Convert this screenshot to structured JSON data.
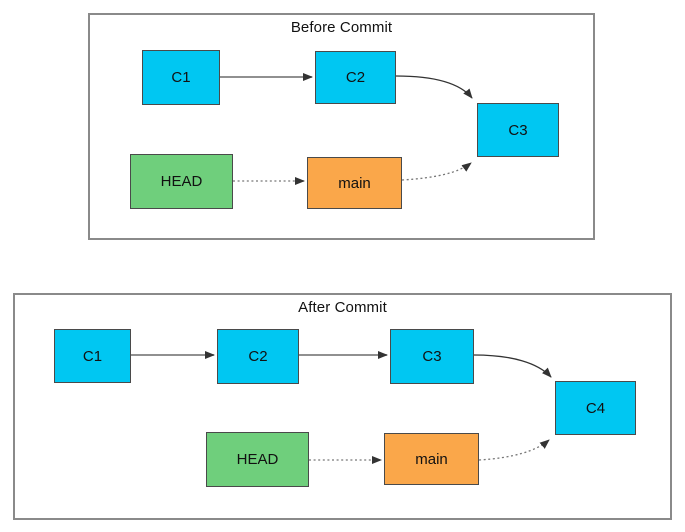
{
  "panels": [
    {
      "title": "Before Commit",
      "nodes": [
        {
          "label": "C1",
          "type": "commit"
        },
        {
          "label": "C2",
          "type": "commit"
        },
        {
          "label": "C3",
          "type": "commit"
        },
        {
          "label": "HEAD",
          "type": "head"
        },
        {
          "label": "main",
          "type": "branch"
        }
      ],
      "edges": [
        {
          "from": "C1",
          "to": "C2",
          "style": "solid"
        },
        {
          "from": "C2",
          "to": "C3",
          "style": "solid-curve"
        },
        {
          "from": "HEAD",
          "to": "main",
          "style": "dotted"
        },
        {
          "from": "main",
          "to": "C3",
          "style": "dotted-curve"
        }
      ]
    },
    {
      "title": "After Commit",
      "nodes": [
        {
          "label": "C1",
          "type": "commit"
        },
        {
          "label": "C2",
          "type": "commit"
        },
        {
          "label": "C3",
          "type": "commit"
        },
        {
          "label": "C4",
          "type": "commit"
        },
        {
          "label": "HEAD",
          "type": "head"
        },
        {
          "label": "main",
          "type": "branch"
        }
      ],
      "edges": [
        {
          "from": "C1",
          "to": "C2",
          "style": "solid"
        },
        {
          "from": "C2",
          "to": "C3",
          "style": "solid"
        },
        {
          "from": "C3",
          "to": "C4",
          "style": "solid-curve"
        },
        {
          "from": "HEAD",
          "to": "main",
          "style": "dotted"
        },
        {
          "from": "main",
          "to": "C4",
          "style": "dotted-curve"
        }
      ]
    }
  ],
  "colors": {
    "commit": "#00C7F2",
    "head": "#6FCF7C",
    "branch": "#FAA74A",
    "box_border": "#4a4a4a",
    "panel_border": "#8a8a8a",
    "arrow": "#333333",
    "dotted_arrow": "#777777",
    "text": "#111111",
    "background": "#ffffff"
  }
}
